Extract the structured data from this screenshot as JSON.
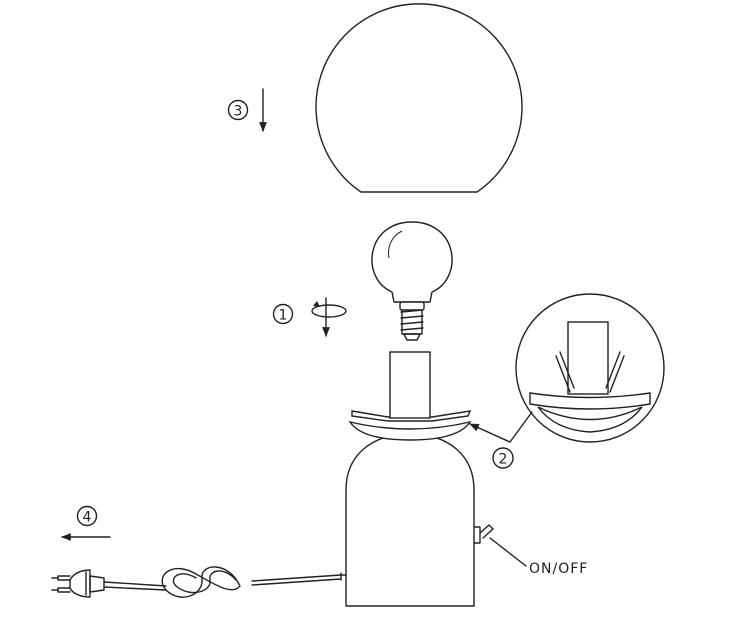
{
  "steps": {
    "step1": "1",
    "step2": "2",
    "step3": "3",
    "step4": "4"
  },
  "switch_label": "ON/OFF"
}
